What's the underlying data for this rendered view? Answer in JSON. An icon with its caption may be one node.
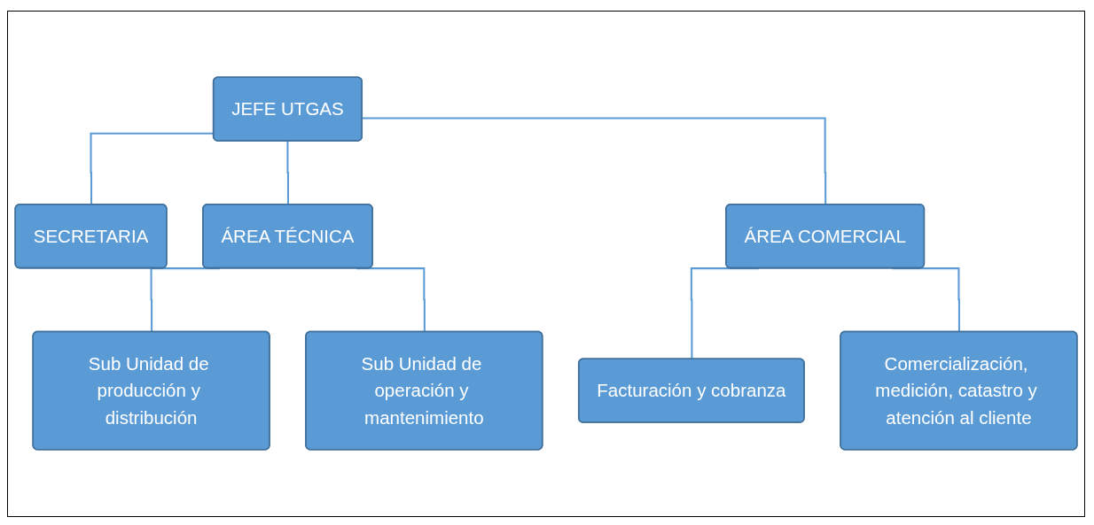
{
  "diagram": {
    "nodes": [
      {
        "text": [
          "JEFE UTGAS"
        ]
      },
      {
        "text": [
          "SECRETARIA"
        ]
      },
      {
        "text": [
          "ÁREA TÉCNICA"
        ]
      },
      {
        "text": [
          "ÁREA COMERCIAL"
        ]
      },
      {
        "text": [
          "Sub Unidad de producción y distribución"
        ]
      },
      {
        "text": [
          "Sub Unidad de operación y mantenimiento"
        ]
      },
      {
        "text": [
          "Facturación y cobranza"
        ]
      },
      {
        "text": [
          "Comercialización, medición, catastro y atención al cliente"
        ]
      }
    ],
    "edges": [
      {
        "from": 0,
        "to": 1,
        "arrow": "none"
      },
      {
        "from": 0,
        "to": 2,
        "arrow": "none"
      },
      {
        "from": 0,
        "to": 3,
        "arrow": "none"
      },
      {
        "from": 2,
        "to": 4,
        "arrow": "none"
      },
      {
        "from": 2,
        "to": 5,
        "arrow": "none"
      },
      {
        "from": 3,
        "to": 6,
        "arrow": "none"
      },
      {
        "from": 3,
        "to": 7,
        "arrow": "none"
      }
    ]
  }
}
